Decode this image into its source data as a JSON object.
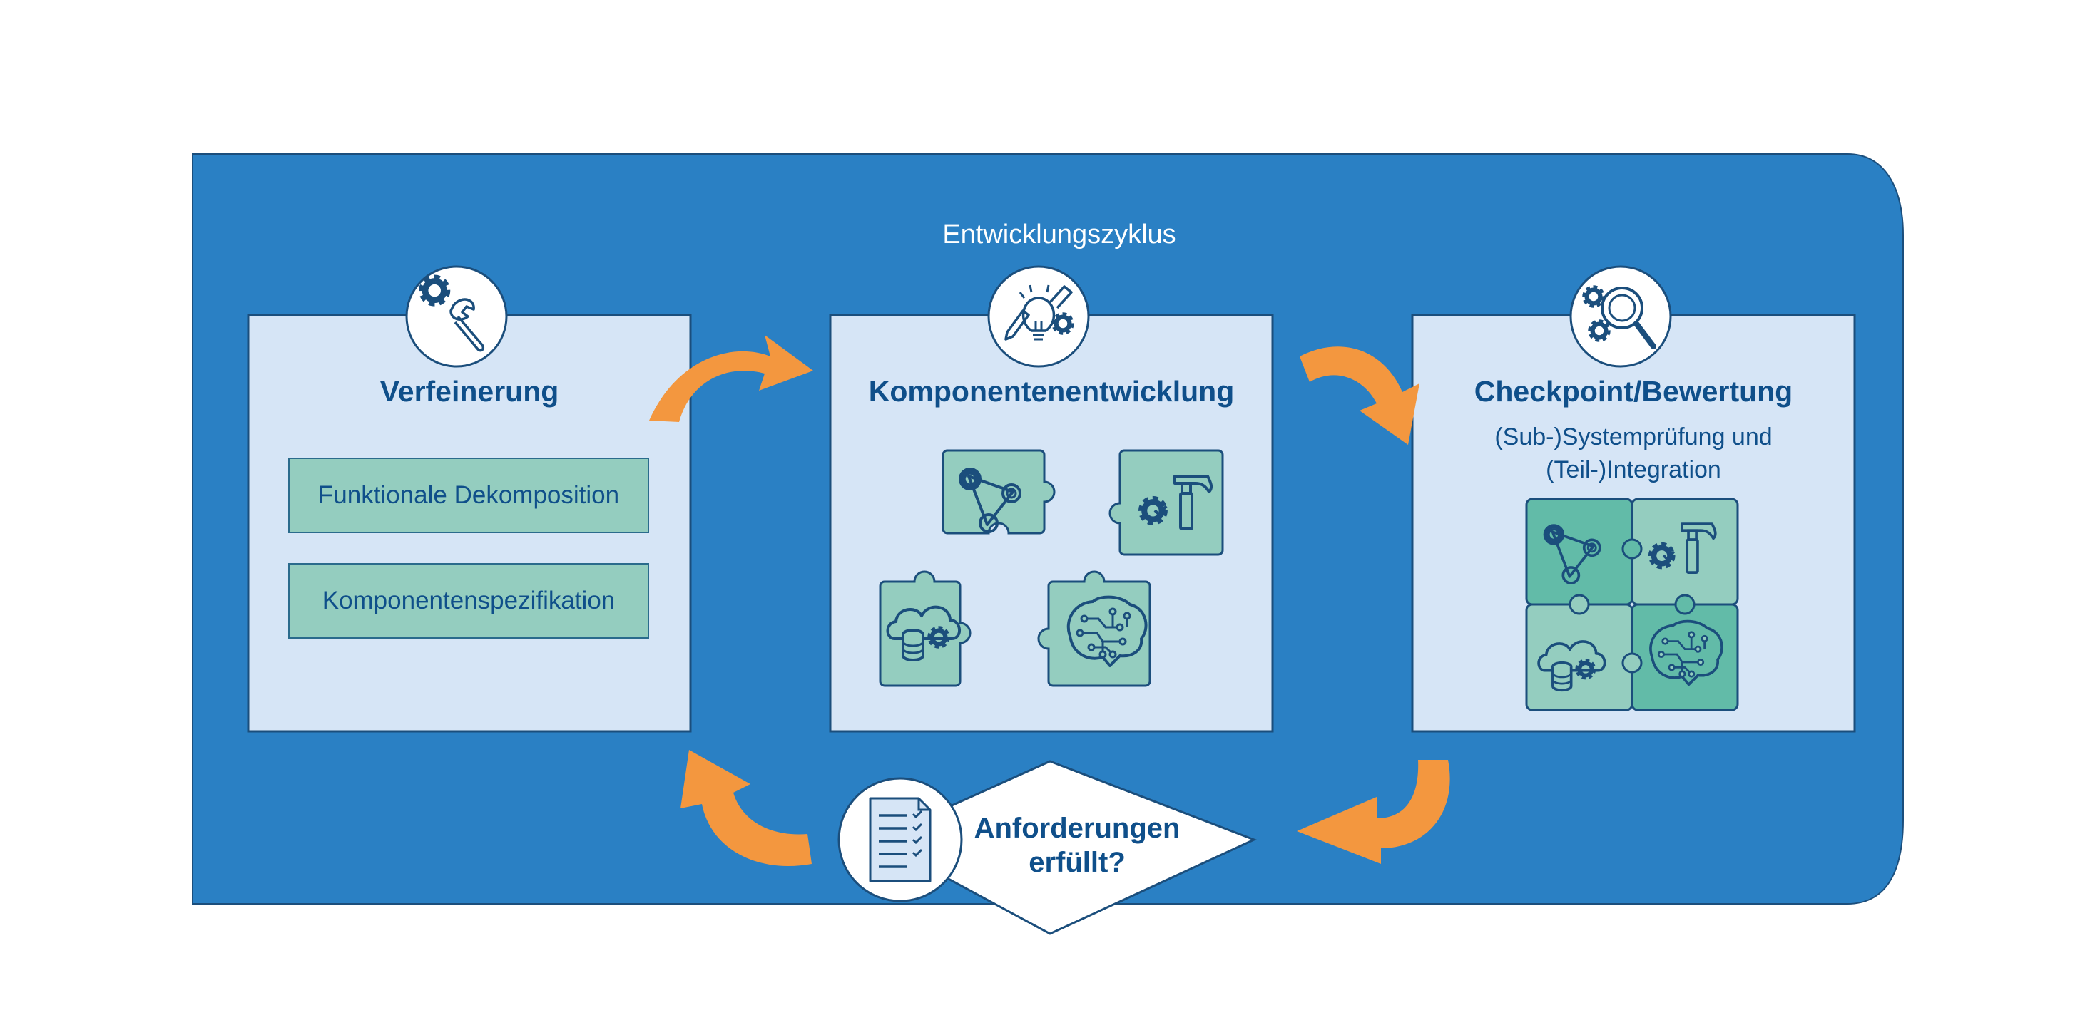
{
  "title": "Entwicklungszyklus",
  "stages": [
    {
      "name": "Verfeinerung",
      "icon": "gear-wrench-icon",
      "items": [
        "Funktionale Dekomposition",
        "Komponentenspezifikation"
      ]
    },
    {
      "name": "Komponentenentwicklung",
      "icon": "lightbulb-pencil-gear-icon",
      "pieces": [
        "gear-belt-icon",
        "gear-hammer-icon",
        "cloud-database-gear-icon",
        "circuit-brain-icon"
      ]
    },
    {
      "name": "Checkpoint/Bewertung",
      "icon": "magnifier-gear-icon",
      "subtitle_lines": [
        "(Sub-)Systemprüfung und",
        "(Teil-)Integration"
      ],
      "pieces": [
        "gear-belt-icon",
        "gear-hammer-icon",
        "cloud-database-gear-icon",
        "circuit-brain-icon"
      ]
    }
  ],
  "decision": {
    "lines": [
      "Anforderungen",
      "erfüllt?"
    ],
    "icon": "checklist-document-icon"
  },
  "colors": {
    "background_panel": "#2a80c4",
    "card": "#d6e5f6",
    "puzzle": "#94cdbf",
    "puzzle_assembled": "#62bba8",
    "arrow": "#f3973f",
    "text": "#0f4f8a",
    "stroke": "#1b4e7c"
  }
}
